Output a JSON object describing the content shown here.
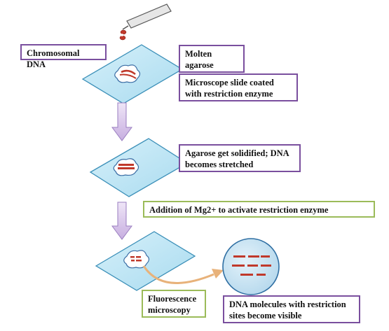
{
  "labels": {
    "chromosomal_dna": "Chromosomal DNA",
    "molten_agarose_line1": "Molten",
    "molten_agarose_line2": "agarose",
    "slide_coated_line1": "Microscope slide coated",
    "slide_coated_line2": "with restriction  enzyme",
    "solidified_line1": "Agarose  get solidified; DNA",
    "solidified_line2": "becomes stretched",
    "mg_addition": "Addition of Mg2+ to activate restriction enzyme",
    "fluorescence_line1": "Fluorescence",
    "fluorescence_line2": "microscopy",
    "visible_line1": "DNA molecules with restriction",
    "visible_line2": "sites become visible"
  },
  "colors": {
    "box_border_purple": "#7a4f9e",
    "box_border_green": "#9bbb59",
    "slide_fill": "#bfe6f4",
    "slide_stroke": "#3b8fb8",
    "arrow_fill": "#d9c6ea",
    "arrow_stroke": "#9a7ec0",
    "dna_red": "#c0392b",
    "circle_fill": "#c9e4f2",
    "circle_stroke": "#2f6fa3",
    "curve_arrow": "#e8b27a"
  },
  "icons": [
    "pipette-icon",
    "microscope-slide-icon",
    "agarose-blob-icon",
    "down-arrow-icon",
    "dna-fragments-circle-icon",
    "curved-arrow-icon"
  ]
}
